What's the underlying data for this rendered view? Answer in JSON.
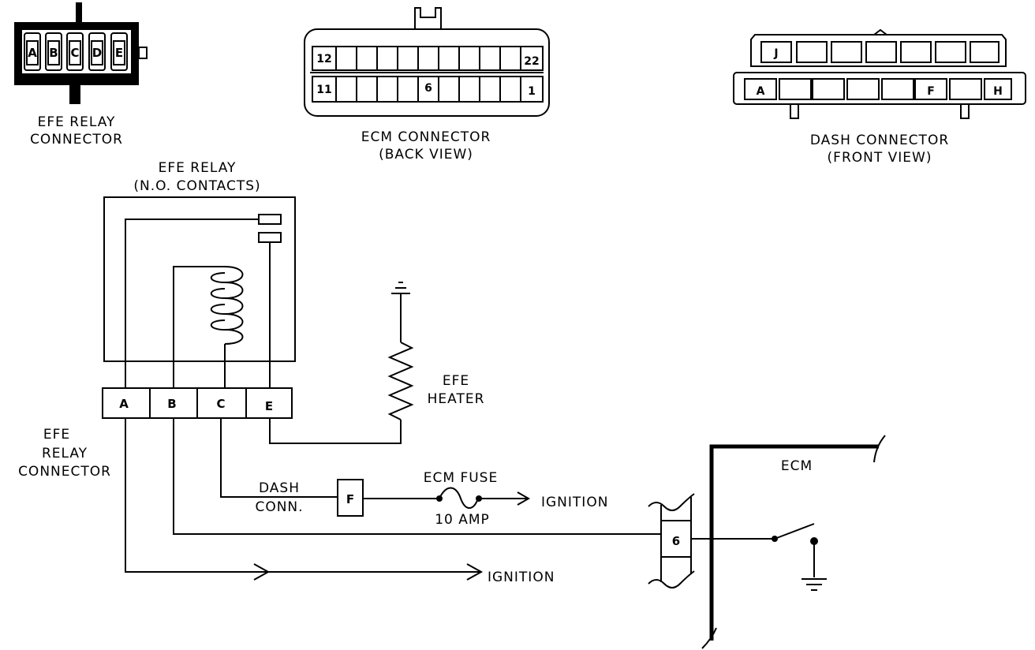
{
  "connectors": {
    "efe_relay": {
      "label_line1": "EFE RELAY",
      "label_line2": "CONNECTOR",
      "pins": [
        "A",
        "B",
        "C",
        "D",
        "E"
      ]
    },
    "ecm": {
      "label_line1": "ECM CONNECTOR",
      "label_line2": "(BACK VIEW)",
      "pins": {
        "top_left": "12",
        "top_right": "22",
        "bottom_left": "11",
        "bottom_mid": "6",
        "bottom_right": "1"
      }
    },
    "dash": {
      "label_line1": "DASH CONNECTOR",
      "label_line2": "(FRONT VIEW)",
      "pins": {
        "top": "J",
        "bottom_left": "A",
        "bottom_mid": "F",
        "bottom_right": "H"
      }
    }
  },
  "schematic": {
    "relay_label_line1": "EFE RELAY",
    "relay_label_line2": "(N.O. CONTACTS)",
    "relay_pins": [
      "A",
      "B",
      "C",
      "E"
    ],
    "connector_label": [
      "EFE",
      "RELAY",
      "CONNECTOR"
    ],
    "heater_label": [
      "EFE",
      "HEATER"
    ],
    "dash_conn_label": [
      "DASH",
      "CONN."
    ],
    "dash_pin": "F",
    "fuse_label": "ECM FUSE",
    "fuse_rating": "10 AMP",
    "ignition_1": "IGNITION",
    "ignition_2": "IGNITION",
    "ecm_label": "ECM",
    "ecm_pin": "6"
  }
}
